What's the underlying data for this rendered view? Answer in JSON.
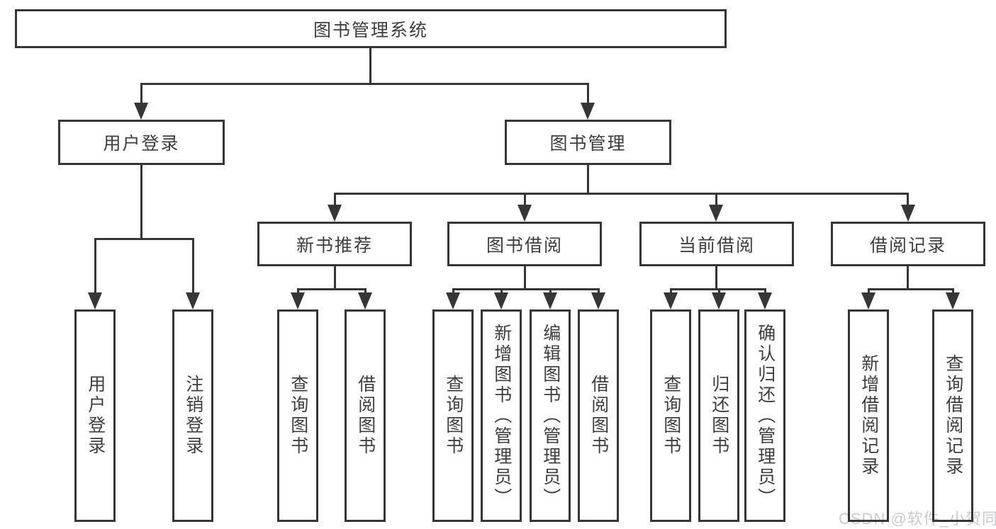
{
  "colors": {
    "line": "#363636",
    "text": "#3e3e3e",
    "background": "#ffffff",
    "watermark": "#c9cbd0"
  },
  "diagram": {
    "type": "hierarchy",
    "root": {
      "label": "图书管理系统"
    },
    "user_branch": {
      "label": "用户登录",
      "children": [
        {
          "label": "用户登录"
        },
        {
          "label": "注销登录"
        }
      ]
    },
    "management_branch": {
      "label": "图书管理",
      "groups": [
        {
          "label": "新书推荐",
          "children": [
            {
              "label": "查询图书"
            },
            {
              "label": "借阅图书"
            }
          ]
        },
        {
          "label": "图书借阅",
          "children": [
            {
              "label": "查询图书"
            },
            {
              "label": "新增图书（管理员）"
            },
            {
              "label": "编辑图书（管理员）"
            },
            {
              "label": "借阅图书"
            }
          ]
        },
        {
          "label": "当前借阅",
          "children": [
            {
              "label": "查询图书"
            },
            {
              "label": "归还图书"
            },
            {
              "label": "确认归还（管理员）"
            }
          ]
        },
        {
          "label": "借阅记录",
          "children": [
            {
              "label": "新增借阅记录"
            },
            {
              "label": "查询借阅记录"
            }
          ]
        }
      ]
    }
  },
  "watermark": {
    "text": "CSDN @软件_小贺同学"
  }
}
